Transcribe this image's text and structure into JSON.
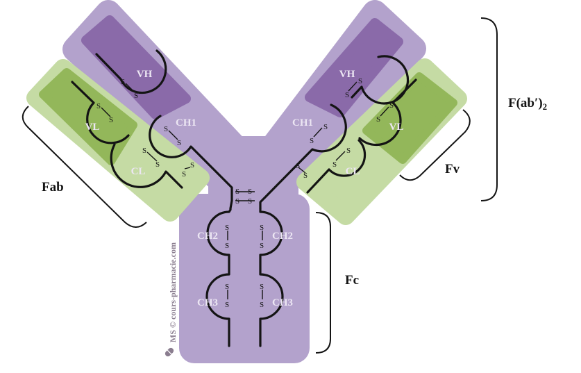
{
  "domains": {
    "vh_left": "VH",
    "vh_right": "VH",
    "ch1_left": "CH1",
    "ch1_right": "CH1",
    "vl_left": "VL",
    "vl_right": "VL",
    "cl_left": "CL",
    "cl_right": "CL",
    "ch2_left": "CH2",
    "ch2_right": "CH2",
    "ch3_left": "CH3",
    "ch3_right": "CH3"
  },
  "bond_atom": "S",
  "fragments": {
    "fab": "Fab",
    "fab2_prefix": "F(ab′)",
    "fab2_sub": "2",
    "fv": "Fv",
    "fc": "Fc"
  },
  "watermark": "MS © cours-pharmacie.com",
  "colors": {
    "heavy_light": "#b3a2cc",
    "heavy_dark": "#8a6aa9",
    "light_light": "#c5dba4",
    "light_dark": "#93b75a",
    "ink": "#141414",
    "domain_text": "#ece6f3"
  }
}
